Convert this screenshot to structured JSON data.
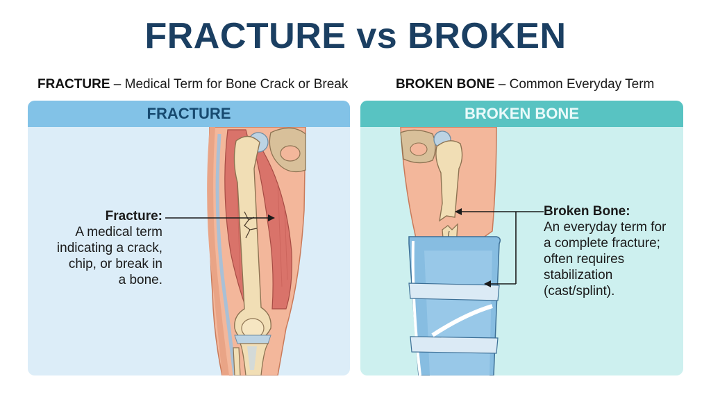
{
  "title": "FRACTURE vs BROKEN",
  "subtitles": {
    "left": {
      "term": "FRACTURE",
      "separator": " – ",
      "description": "Medical Term for Bone Crack or Break"
    },
    "right": {
      "term": "BROKEN BONE",
      "separator": " – ",
      "description": "Common Everyday Term"
    }
  },
  "panels": {
    "left": {
      "header": "FRACTURE",
      "callout_label": "Fracture:",
      "callout_lines": [
        "A medical term",
        "indicating a crack,",
        "chip, or break in",
        "a bone."
      ],
      "illustration": "thigh-leg-anatomy-with-cracked-femur-icon"
    },
    "right": {
      "header": "BROKEN BONE",
      "callout_label": "Broken Bone:",
      "callout_lines": [
        "An everyday term for",
        "a complete fracture;",
        "often requires",
        "stabilization",
        "(cast/splint)."
      ],
      "illustration": "leg-with-broken-femur-and-splint-icon"
    }
  },
  "colors": {
    "title": "#1b3f62",
    "left_header_bg": "#82c2e7",
    "left_header_text": "#174a70",
    "left_panel_bg": "#dcedf8",
    "right_header_bg": "#58c3c2",
    "right_header_text": "#eafafa",
    "right_panel_bg": "#cdf0ef"
  }
}
